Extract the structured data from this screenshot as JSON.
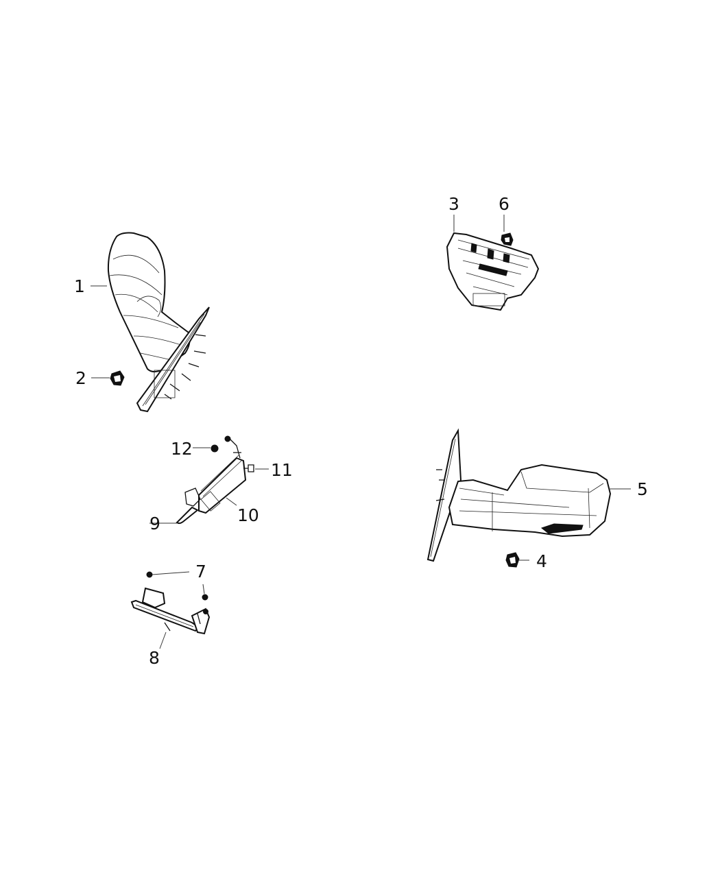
{
  "diagram": {
    "type": "exploded parts diagram",
    "subject": "exterior mirrors and related components",
    "callouts": [
      {
        "id": "1",
        "label": "1",
        "part": "left mirror assembly"
      },
      {
        "id": "2",
        "label": "2",
        "part": "nut / clip (left mirror)"
      },
      {
        "id": "3",
        "label": "3",
        "part": "mirror housing base / bracket"
      },
      {
        "id": "6",
        "label": "6",
        "part": "clip"
      },
      {
        "id": "12",
        "label": "12",
        "part": "nut"
      },
      {
        "id": "11",
        "label": "11",
        "part": "screw"
      },
      {
        "id": "10",
        "label": "10",
        "part": "camera / module"
      },
      {
        "id": "9",
        "label": "9",
        "part": "wire harness lead"
      },
      {
        "id": "7",
        "label": "7",
        "part": "nut (x2)"
      },
      {
        "id": "8",
        "label": "8",
        "part": "bracket with connector"
      },
      {
        "id": "5",
        "label": "5",
        "part": "right mirror assembly"
      },
      {
        "id": "4",
        "label": "4",
        "part": "nut / clip (right mirror)"
      }
    ]
  }
}
